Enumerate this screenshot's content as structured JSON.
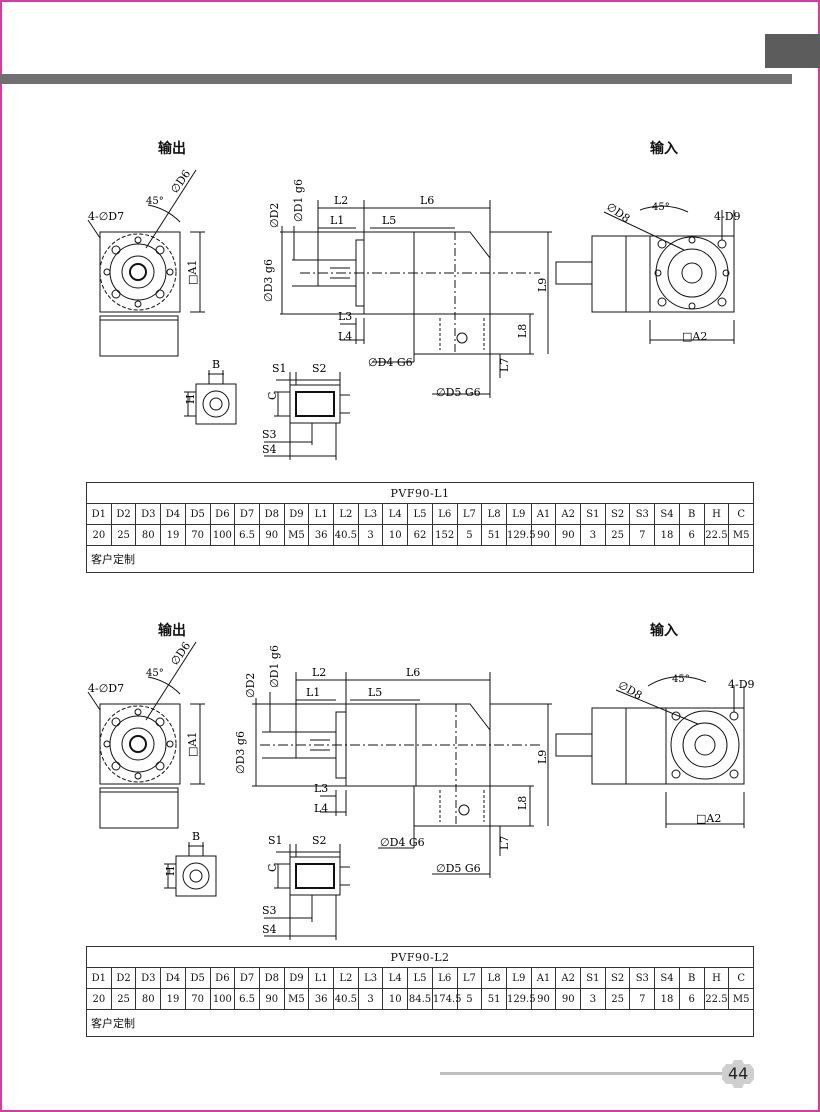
{
  "sections": [
    {
      "output_label": "输出",
      "input_label": "输入",
      "model": "PVF90-L1",
      "headers": [
        "D1",
        "D2",
        "D3",
        "D4",
        "D5",
        "D6",
        "D7",
        "D8",
        "D9",
        "L1",
        "L2",
        "L3",
        "L4",
        "L5",
        "L6",
        "L7",
        "L8",
        "L9",
        "A1",
        "A2",
        "S1",
        "S2",
        "S3",
        "S4",
        "B",
        "H",
        "C"
      ],
      "values": [
        "20",
        "25",
        "80",
        "19",
        "70",
        "100",
        "6.5",
        "90",
        "M5",
        "36",
        "40.5",
        "3",
        "10",
        "62",
        "152",
        "5",
        "51",
        "129.5",
        "90",
        "90",
        "3",
        "25",
        "7",
        "18",
        "6",
        "22.5",
        "M5"
      ],
      "note": "客户定制"
    },
    {
      "output_label": "输出",
      "input_label": "输入",
      "model": "PVF90-L2",
      "headers": [
        "D1",
        "D2",
        "D3",
        "D4",
        "D5",
        "D6",
        "D7",
        "D8",
        "D9",
        "L1",
        "L2",
        "L3",
        "L4",
        "L5",
        "L6",
        "L7",
        "L8",
        "L9",
        "A1",
        "A2",
        "S1",
        "S2",
        "S3",
        "S4",
        "B",
        "H",
        "C"
      ],
      "values": [
        "20",
        "25",
        "80",
        "19",
        "70",
        "100",
        "6.5",
        "90",
        "M5",
        "36",
        "40.5",
        "3",
        "10",
        "84.5",
        "174.5",
        "5",
        "51",
        "129.5",
        "90",
        "90",
        "3",
        "25",
        "7",
        "18",
        "6",
        "22.5",
        "M5"
      ],
      "note": "客户定制"
    }
  ],
  "drawing_labels": {
    "d7": "4-∅D7",
    "d6": "∅D6",
    "deg": "45°",
    "a1": "□A1",
    "d2": "∅D2",
    "d1": "∅D1 g6",
    "d3": "∅D3 g6",
    "l1": "L1",
    "l2": "L2",
    "l3": "L3",
    "l4": "L4",
    "l5": "L5",
    "l6": "L6",
    "l7": "L7",
    "l8": "L8",
    "l9": "L9",
    "d4": "∅D4 G6",
    "d5": "∅D5 G6",
    "d8": "∅D8",
    "d9": "4-D9",
    "a2": "□A2",
    "b": "B",
    "h": "H",
    "c": "C",
    "s1": "S1",
    "s2": "S2",
    "s3": "S3",
    "s4": "S4"
  },
  "page_number": "44"
}
